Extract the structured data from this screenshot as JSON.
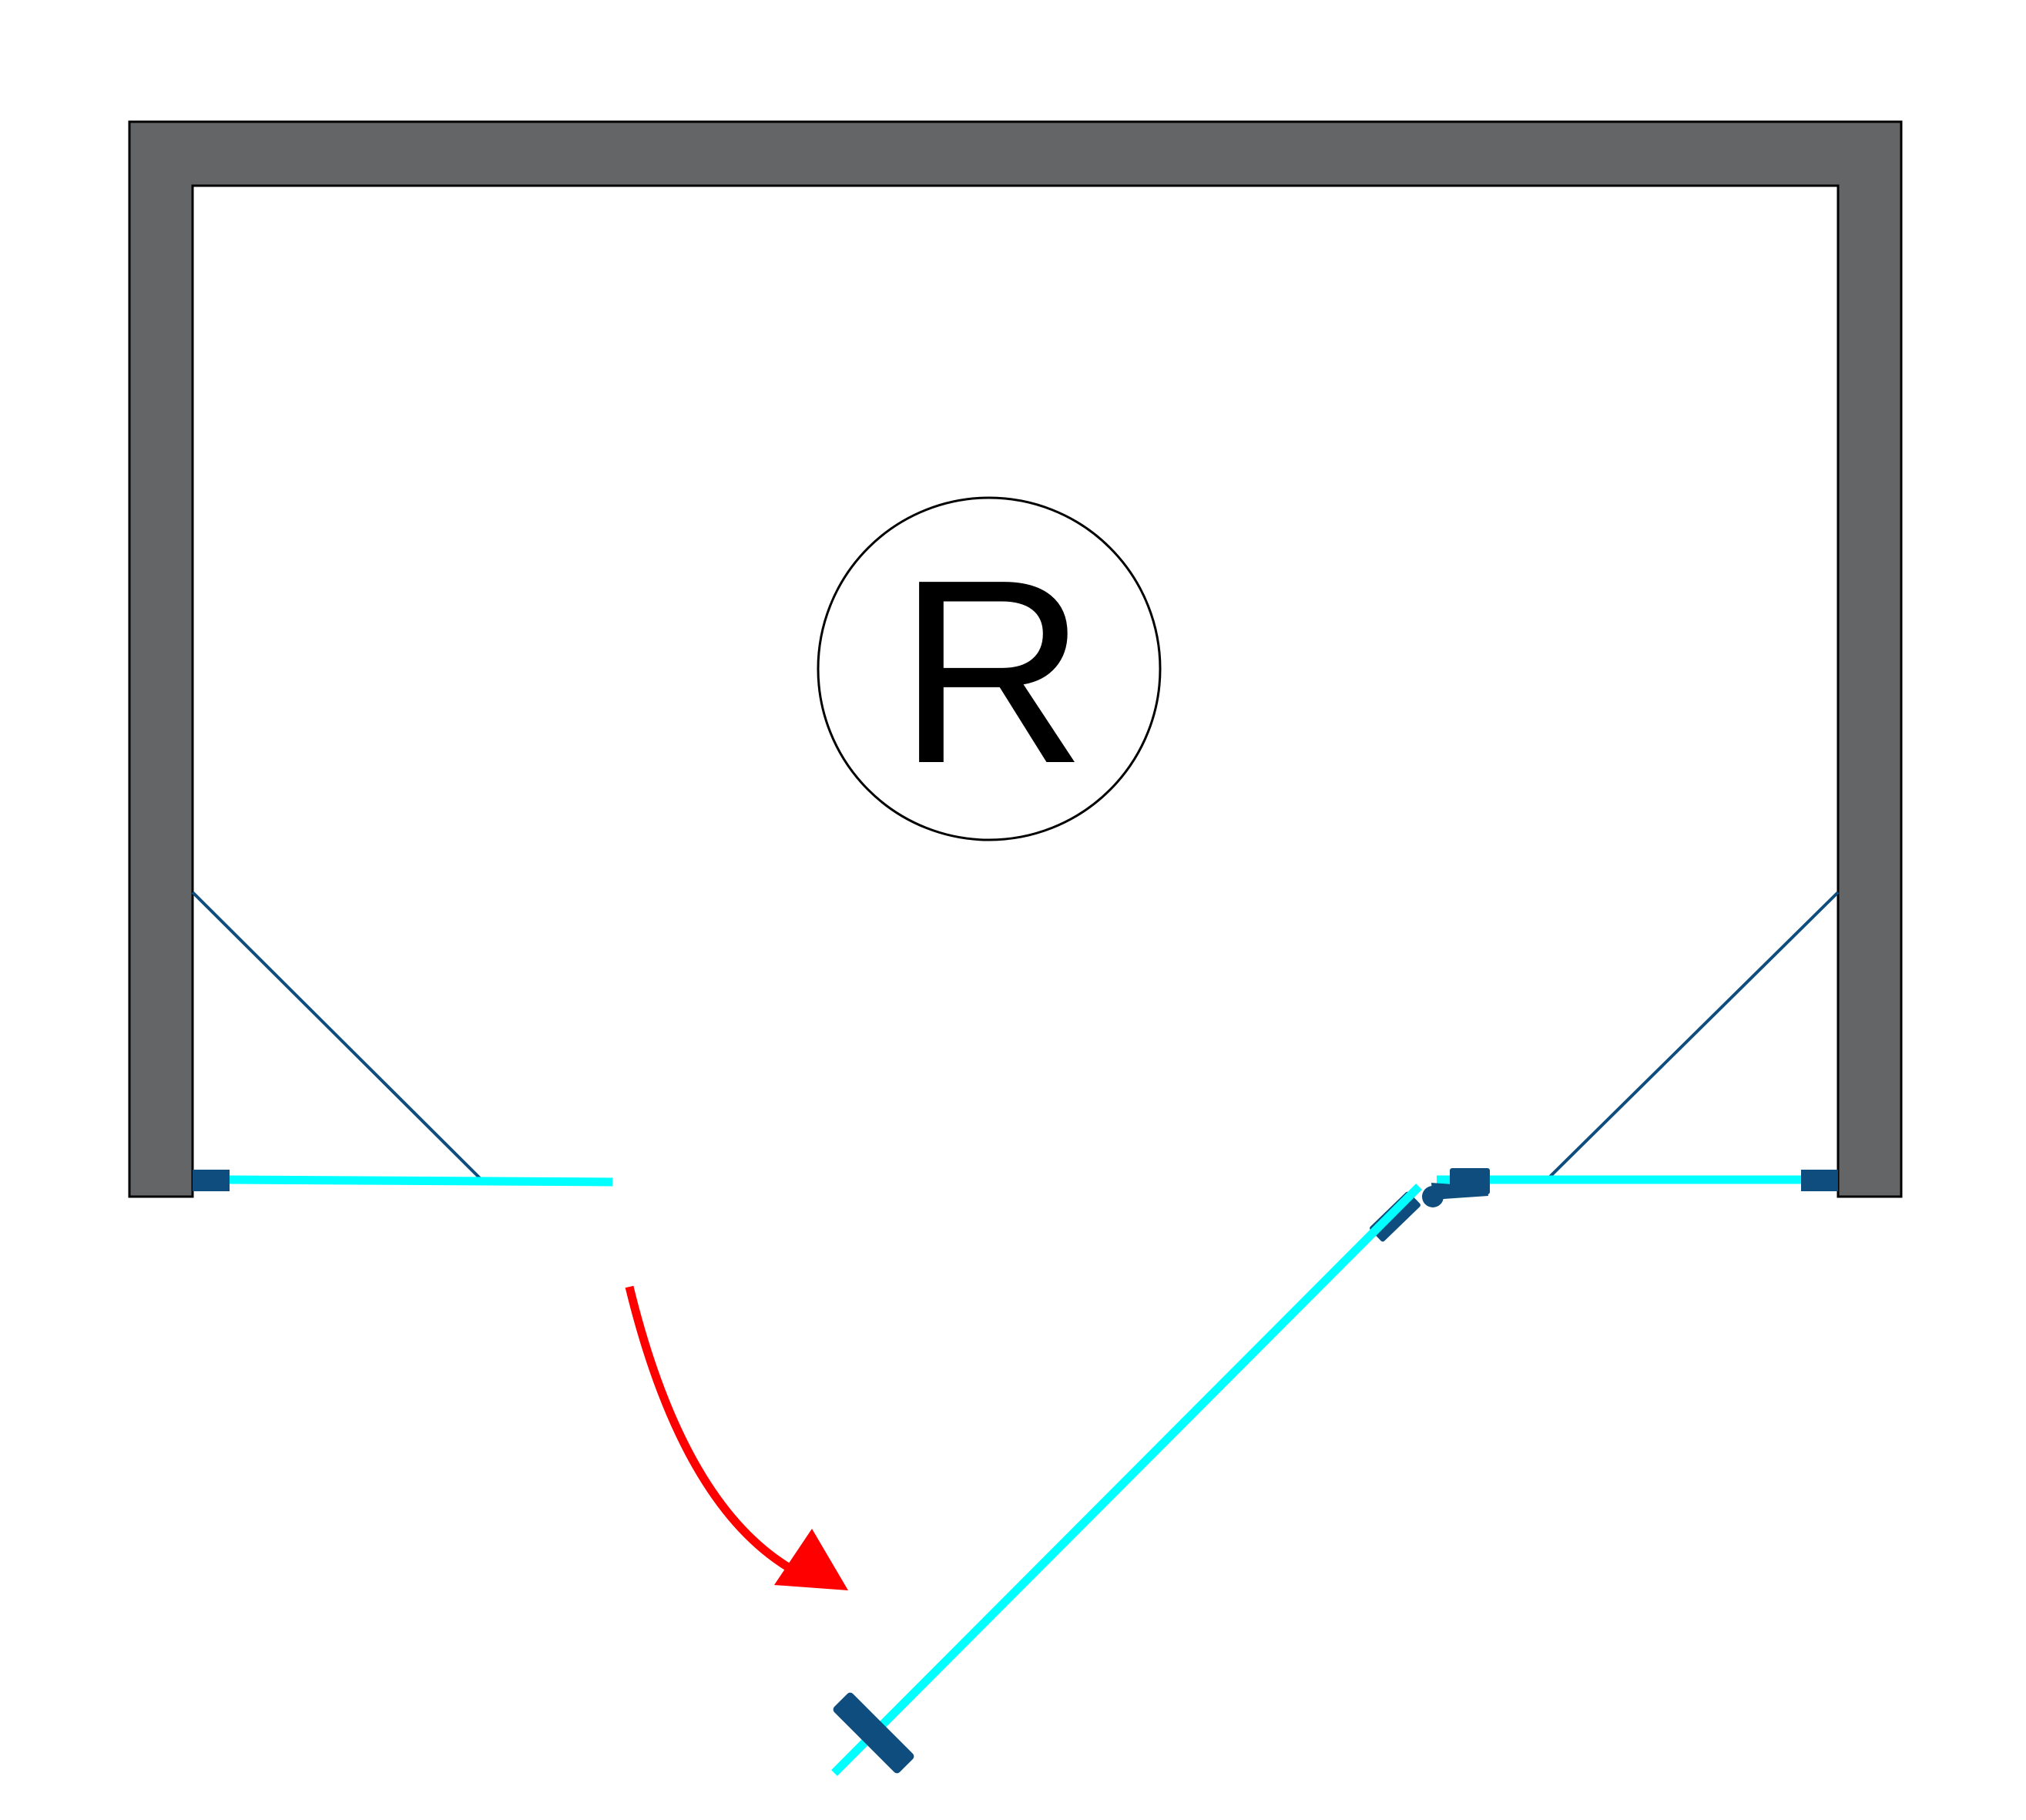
{
  "diagram": {
    "orientation_label": "R",
    "colors": {
      "wall": "#646567",
      "wall_outline": "#000000",
      "glass": "#00FFFF",
      "hardware": "#0E4D7D",
      "swing_arrow": "#FF0000",
      "background": "#FFFFFF"
    },
    "icons": {
      "swing": "curved-arrow",
      "hinge": "hinge-knuckle",
      "handle": "door-handle"
    }
  }
}
